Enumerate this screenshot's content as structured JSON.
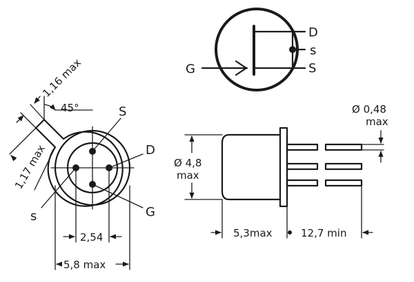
{
  "symbol": {
    "drain": "D",
    "substrate": "s",
    "source": "S",
    "gate": "G"
  },
  "bottom_view": {
    "source": "S",
    "drain": "D",
    "gate": "G",
    "substrate": "s",
    "tab_width": "1,16 max",
    "tab_angle": "45°",
    "tab_length": "1,17 max",
    "pin_spacing": "2,54",
    "diameter": "5,8 max"
  },
  "side_view": {
    "body_diameter": "Ø 4,8",
    "body_diameter_max": "max",
    "lead_diameter": "Ø 0,48",
    "lead_diameter_max": "max",
    "body_length": "5,3max",
    "lead_length": "12,7 min"
  }
}
